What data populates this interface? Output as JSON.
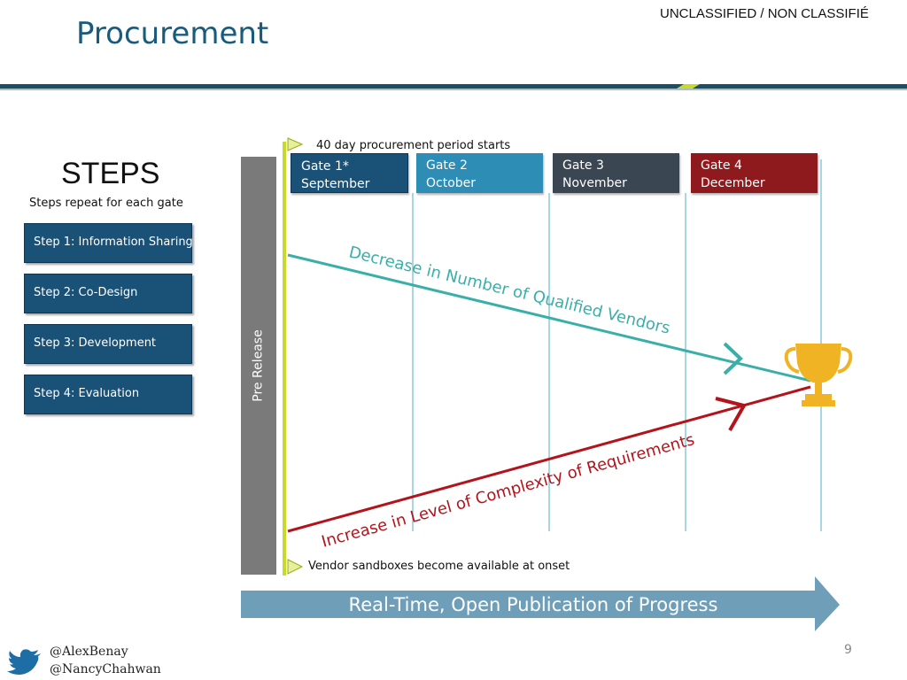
{
  "header": {
    "title": "Procurement",
    "classification": "UNCLASSIFIED / NON CLASSIFIÉ"
  },
  "steps": {
    "heading": "STEPS",
    "subtitle": "Steps repeat for each gate",
    "items": [
      {
        "label": "Step 1: Information Sharing"
      },
      {
        "label": "Step 2: Co-Design"
      },
      {
        "label": "Step 3: Development"
      },
      {
        "label": "Step 4: Evaluation"
      }
    ]
  },
  "gates": [
    {
      "name": "Gate 1*",
      "month": "September",
      "color": "#1a5176"
    },
    {
      "name": "Gate 2",
      "month": "October",
      "color": "#2e8db5"
    },
    {
      "name": "Gate 3",
      "month": "November",
      "color": "#3a4652"
    },
    {
      "name": "Gate 4",
      "month": "December",
      "color": "#8e1a1e"
    }
  ],
  "timeline": {
    "pre_release_label": "Pre Release",
    "period_label": "40 day procurement period starts",
    "sandbox_label": "Vendor sandboxes become available at onset",
    "decrease_label": "Decrease in Number of Qualified Vendors",
    "increase_label": "Increase in Level of Complexity of Requirements",
    "publication_label": "Real-Time, Open Publication of Progress",
    "decrease_color": "#3aafa9",
    "increase_color": "#b3141b",
    "trophy_color": "#f0b323",
    "start_line_color": "#c8d92a"
  },
  "footer": {
    "handle_1": "@AlexBenay",
    "handle_2": "@NancyChahwan",
    "page_number": "9",
    "icons": [
      "twitter-bird-icon",
      "trophy-icon"
    ]
  }
}
